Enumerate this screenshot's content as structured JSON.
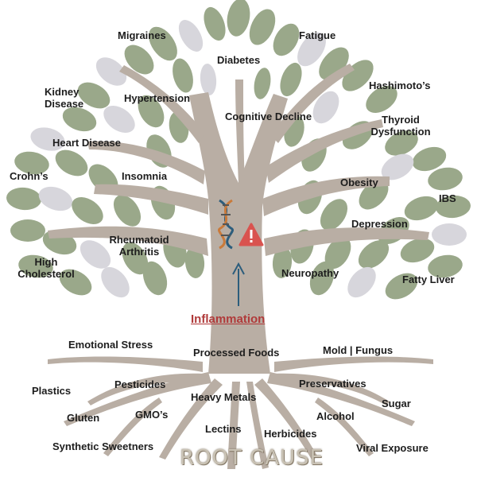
{
  "colors": {
    "trunk": "#b9aea4",
    "leaf_green": "#9aa88a",
    "leaf_gray": "#d7d6dc",
    "warning_red": "#d9534f",
    "dna_blue": "#2c5d7c",
    "dna_orange": "#c97a3a",
    "inflammation_red": "#b03a3a"
  },
  "labels": {
    "migraines": "Migraines",
    "fatigue": "Fatigue",
    "diabetes": "Diabetes",
    "hashimotos": "Hashimoto’s",
    "kidney_disease": "Kidney Disease",
    "hypertension": "Hypertension",
    "cognitive_decline": "Cognitive Decline",
    "thyroid_dysfunction": "Thyroid Dysfunction",
    "heart_disease": "Heart Disease",
    "crohns": "Crohn’s",
    "insomnia": "Insomnia",
    "obesity": "Obesity",
    "ibs": "IBS",
    "depression": "Depression",
    "rheumatoid_arthritis": "Rheumatoid Arthritis",
    "high_cholesterol": "High Cholesterol",
    "neuropathy": "Neuropathy",
    "fatty_liver": "Fatty Liver",
    "inflammation": "Inflammation",
    "emotional_stress": "Emotional Stress",
    "processed_foods": "Processed Foods",
    "mold_fungus": "Mold | Fungus",
    "plastics": "Plastics",
    "pesticides": "Pesticides",
    "preservatives": "Preservatives",
    "heavy_metals": "Heavy Metals",
    "sugar": "Sugar",
    "gluten": "Gluten",
    "gmos": "GMO’s",
    "alcohol": "Alcohol",
    "lectins": "Lectins",
    "herbicides": "Herbicides",
    "synthetic_sweetners": "Synthetic Sweetners",
    "viral_exposure": "Viral Exposure",
    "root_cause": "ROOT CAUSE"
  },
  "icons": {
    "dna": "dna-icon",
    "warning": "warning-icon",
    "arrow": "arrow-up-icon"
  }
}
